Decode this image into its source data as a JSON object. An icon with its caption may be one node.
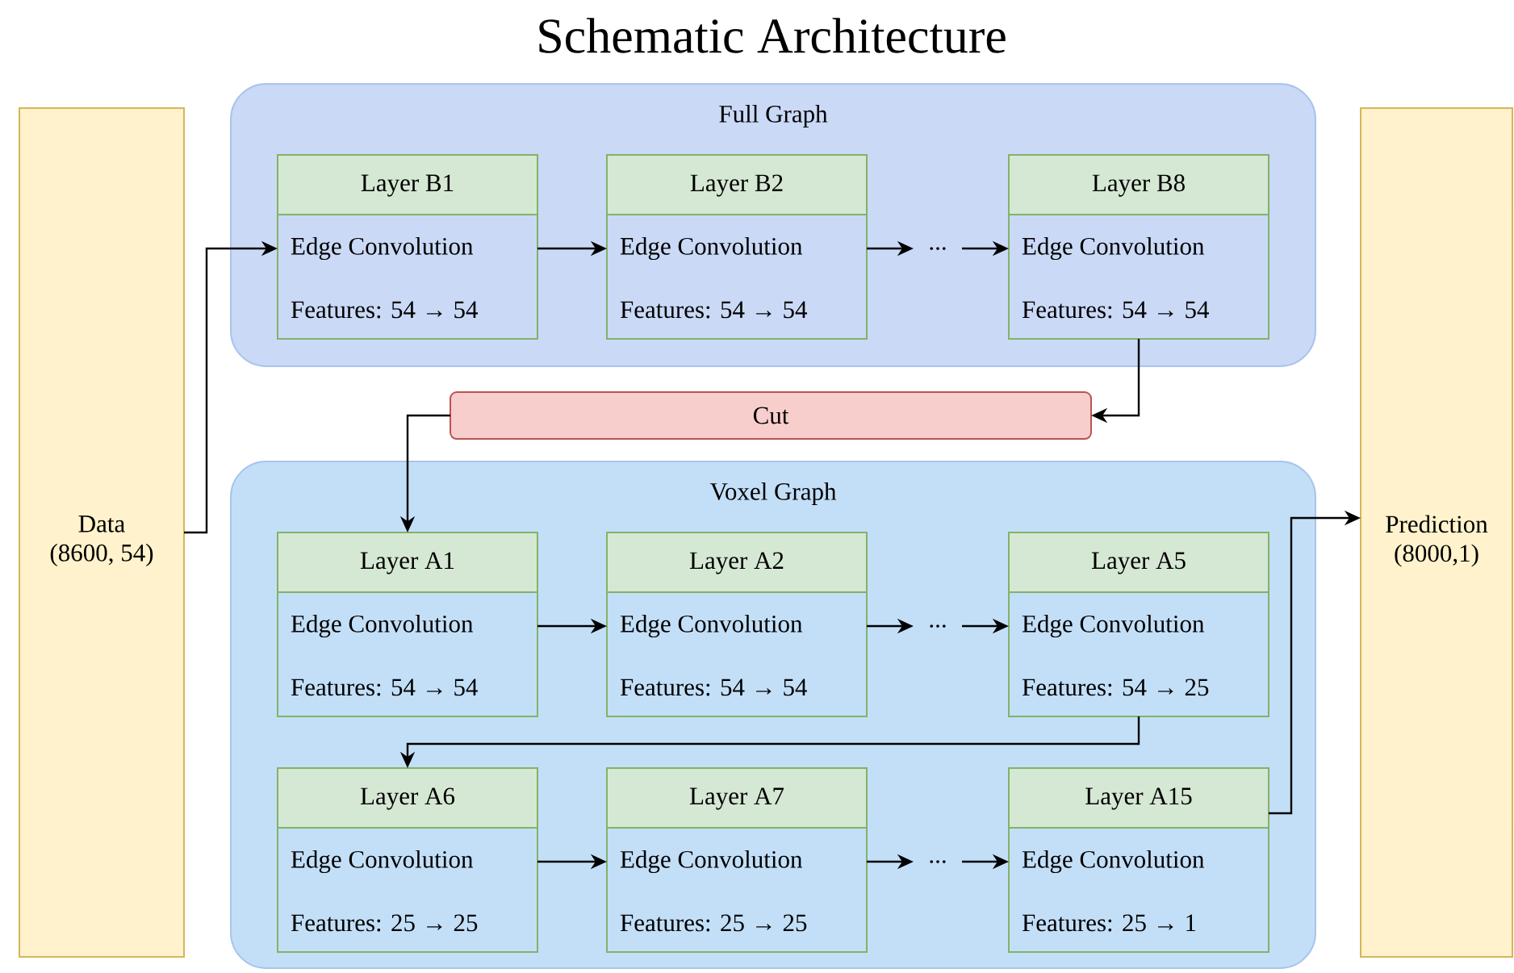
{
  "diagram": {
    "title": "Schematic Architecture",
    "nodes": [
      {
        "text": [
          "Data (8600, 54)"
        ]
      },
      {
        "text": [
          "Full Graph"
        ]
      },
      {
        "text": [
          "Layer B1",
          "Edge Convolution",
          "Features: 54 → 54"
        ],
        "in": 1
      },
      {
        "text": [
          "Layer B2",
          "Edge Convolution",
          "Features: 54 → 54"
        ],
        "in": 1
      },
      {
        "text": [
          "..."
        ],
        "in": 1
      },
      {
        "text": [
          "Layer B8",
          "Edge Convolution",
          "Features: 54 → 54"
        ],
        "in": 1
      },
      {
        "text": [
          "Cut"
        ]
      },
      {
        "text": [
          "Voxel Graph"
        ]
      },
      {
        "text": [
          "Layer A1",
          "Edge Convolution",
          "Features: 54 → 54"
        ],
        "in": 7
      },
      {
        "text": [
          "Layer A2",
          "Edge Convolution",
          "Features: 54 → 54"
        ],
        "in": 7
      },
      {
        "text": [
          "..."
        ],
        "in": 7
      },
      {
        "text": [
          "Layer A5",
          "Edge Convolution",
          "Features: 54 → 25"
        ],
        "in": 7
      },
      {
        "text": [
          "Layer A6",
          "Edge Convolution",
          "Features: 25 → 25"
        ],
        "in": 7
      },
      {
        "text": [
          "Layer A7",
          "Edge Convolution",
          "Features: 25 → 25"
        ],
        "in": 7
      },
      {
        "text": [
          "..."
        ],
        "in": 7
      },
      {
        "text": [
          "Layer A15",
          "Edge Convolution",
          "Features: 25 → 1"
        ],
        "in": 7
      },
      {
        "text": [
          "Prediction (8000,1)"
        ]
      }
    ],
    "edges": [
      {
        "from": 0,
        "to": 2,
        "arrow": "to"
      },
      {
        "from": 2,
        "to": 3,
        "arrow": "to"
      },
      {
        "from": 3,
        "to": 4,
        "arrow": "to"
      },
      {
        "from": 4,
        "to": 5,
        "arrow": "to"
      },
      {
        "from": 5,
        "to": 6,
        "arrow": "to"
      },
      {
        "from": 6,
        "to": 8,
        "arrow": "to"
      },
      {
        "from": 8,
        "to": 9,
        "arrow": "to"
      },
      {
        "from": 9,
        "to": 10,
        "arrow": "to"
      },
      {
        "from": 10,
        "to": 11,
        "arrow": "to"
      },
      {
        "from": 11,
        "to": 12,
        "arrow": "to"
      },
      {
        "from": 12,
        "to": 13,
        "arrow": "to"
      },
      {
        "from": 13,
        "to": 14,
        "arrow": "to"
      },
      {
        "from": 14,
        "to": 15,
        "arrow": "to"
      },
      {
        "from": 15,
        "to": 16,
        "arrow": "to"
      }
    ]
  }
}
